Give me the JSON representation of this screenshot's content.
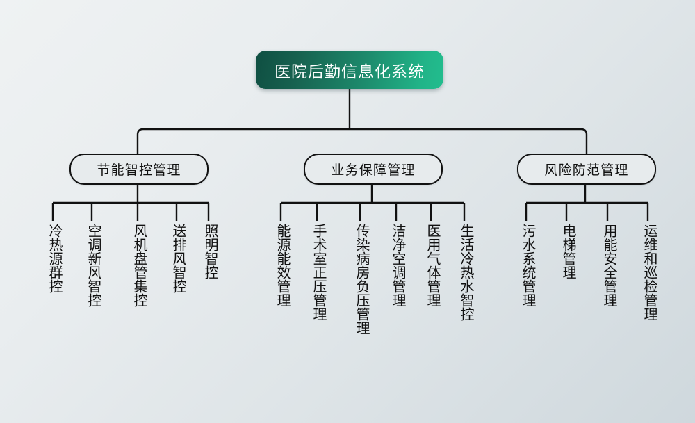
{
  "diagram": {
    "type": "org-chart",
    "orientation": "top-down",
    "title": "医院后勤信息化系统",
    "root": {
      "label": "医院后勤信息化系统",
      "fill_start": "#0f4f42",
      "fill_end": "#23bd8e",
      "text_color": "#ffffff"
    },
    "branches": [
      {
        "label": "节能智控管理",
        "leaves": [
          {
            "label": "冷热源群控"
          },
          {
            "label": "空调新风智控"
          },
          {
            "label": "风机盘管集控"
          },
          {
            "label": "送排风智控"
          },
          {
            "label": "照明智控"
          }
        ]
      },
      {
        "label": "业务保障管理",
        "leaves": [
          {
            "label": "能源能效管理"
          },
          {
            "label": "手术室正压管理"
          },
          {
            "label": "传染病房负压管理"
          },
          {
            "label": "洁净空调管理"
          },
          {
            "label": "医用气体管理"
          },
          {
            "label": "生活冷热水智控"
          }
        ]
      },
      {
        "label": "风险防范管理",
        "leaves": [
          {
            "label": "污水系统管理"
          },
          {
            "label": "电梯管理"
          },
          {
            "label": "用能安全管理"
          },
          {
            "label": "运维和巡检管理"
          }
        ]
      }
    ],
    "colors": {
      "background_start": "#eff2f3",
      "background_end": "#cfd8dd",
      "line": "#111111",
      "node_fill": "#e7ebed",
      "node_border": "#121212",
      "text": "#111111"
    }
  }
}
